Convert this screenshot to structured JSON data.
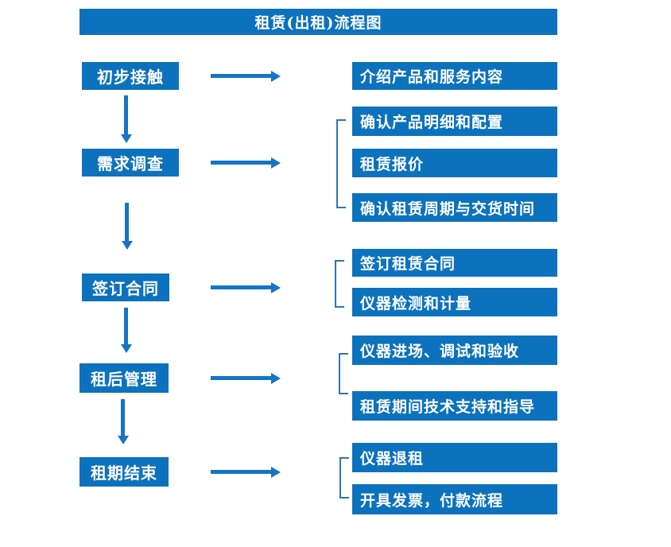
{
  "title": "租赁(出租)流程图",
  "colors": {
    "box_blue": "#0d72bd",
    "arrow_blue": "#1574c6",
    "bracket_blue": "#2e75b6",
    "text_white": "#ffffff"
  },
  "stages": [
    {
      "label": "初步接触",
      "outputs": [
        "介绍产品和服务内容"
      ]
    },
    {
      "label": "需求调查",
      "outputs": [
        "确认产品明细和配置",
        "租赁报价",
        "确认租赁周期与交货时间"
      ]
    },
    {
      "label": "签订合同",
      "outputs": [
        "签订租赁合同",
        "仪器检测和计量"
      ]
    },
    {
      "label": "租后管理",
      "outputs": [
        "仪器进场、调试和验收",
        "租赁期间技术支持和指导"
      ]
    },
    {
      "label": "租期结束",
      "outputs": [
        "仪器退租",
        "开具发票，付款流程"
      ]
    }
  ]
}
